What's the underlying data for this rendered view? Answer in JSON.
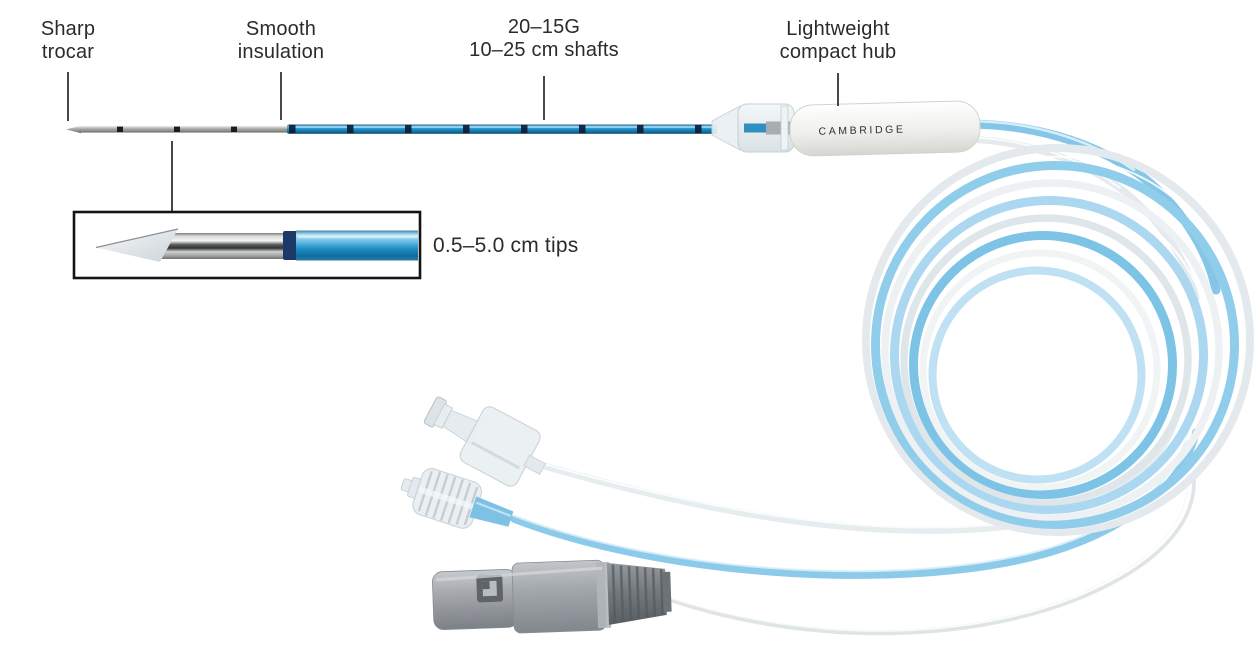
{
  "labels": {
    "sharp_trocar": [
      "Sharp",
      "trocar"
    ],
    "smooth_insulation": [
      "Smooth",
      "insulation"
    ],
    "shaft_sizes": [
      "20–15G",
      "10–25 cm shafts"
    ],
    "compact_hub": [
      "Lightweight",
      "compact hub"
    ],
    "tip_lengths": "0.5–5.0 cm tips"
  },
  "hub": {
    "brand": "CAMBRIDGE"
  },
  "colors": {
    "label_text": "#2b2b2b",
    "leader_line": "#1a1a1a",
    "shaft_blue": "#1f8ec6",
    "shaft_blue_dark": "#0d6a9b",
    "shaft_highlight": "#bfe6f7",
    "tip_band_navy": "#1d3a66",
    "metal_gray": "#b0b2b0",
    "tube_blue": "#8ccae9",
    "tube_clear": "#e7ecef",
    "hub_white": "#f2f2ef",
    "connector_gray": "#9aa0a6",
    "connector_dark_gray": "#70757b",
    "background": "#ffffff"
  }
}
